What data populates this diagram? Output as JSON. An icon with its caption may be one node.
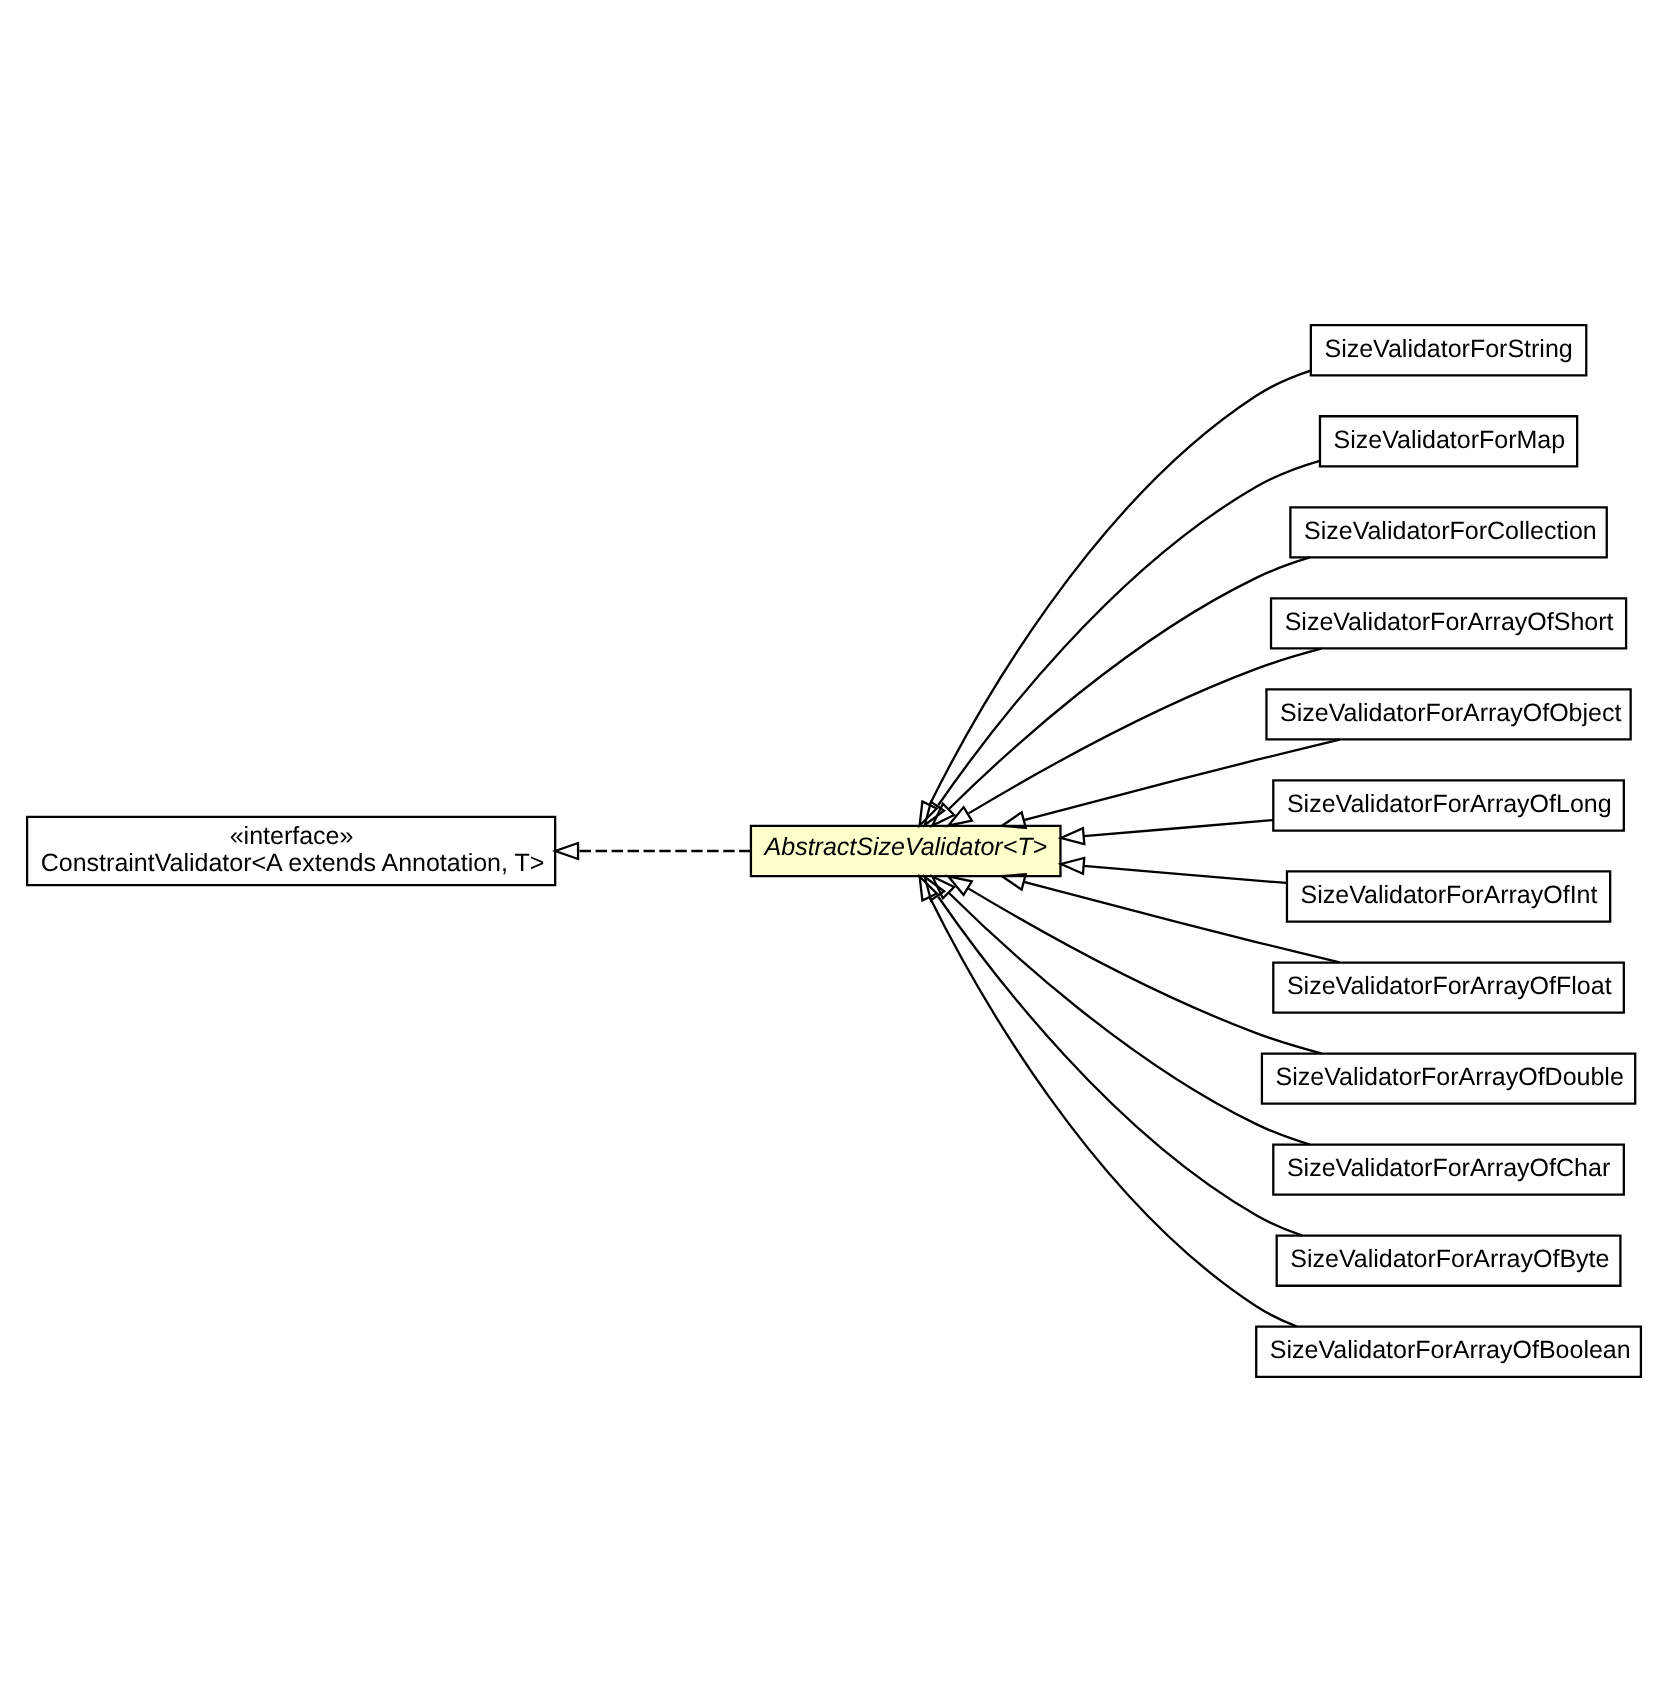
{
  "diagram": {
    "nodes": [
      {
        "text": [
          "«interface»",
          "ConstraintValidator<A extends Annotation, T>"
        ]
      },
      {
        "text": [
          "AbstractSizeValidator<T>"
        ]
      },
      {
        "text": [
          "SizeValidatorForString"
        ]
      },
      {
        "text": [
          "SizeValidatorForMap"
        ]
      },
      {
        "text": [
          "SizeValidatorForCollection"
        ]
      },
      {
        "text": [
          "SizeValidatorForArrayOfShort"
        ]
      },
      {
        "text": [
          "SizeValidatorForArrayOfObject"
        ]
      },
      {
        "text": [
          "SizeValidatorForArrayOfLong"
        ]
      },
      {
        "text": [
          "SizeValidatorForArrayOfInt"
        ]
      },
      {
        "text": [
          "SizeValidatorForArrayOfFloat"
        ]
      },
      {
        "text": [
          "SizeValidatorForArrayOfDouble"
        ]
      },
      {
        "text": [
          "SizeValidatorForArrayOfChar"
        ]
      },
      {
        "text": [
          "SizeValidatorForArrayOfByte"
        ]
      },
      {
        "text": [
          "SizeValidatorForArrayOfBoolean"
        ]
      }
    ],
    "edges": [
      {
        "from": 1,
        "to": 0,
        "arrow": "to",
        "style": "dashed"
      },
      {
        "from": 2,
        "to": 1,
        "arrow": "to"
      },
      {
        "from": 3,
        "to": 1,
        "arrow": "to"
      },
      {
        "from": 4,
        "to": 1,
        "arrow": "to"
      },
      {
        "from": 5,
        "to": 1,
        "arrow": "to"
      },
      {
        "from": 6,
        "to": 1,
        "arrow": "to"
      },
      {
        "from": 7,
        "to": 1,
        "arrow": "to"
      },
      {
        "from": 8,
        "to": 1,
        "arrow": "to"
      },
      {
        "from": 9,
        "to": 1,
        "arrow": "to"
      },
      {
        "from": 10,
        "to": 1,
        "arrow": "to"
      },
      {
        "from": 11,
        "to": 1,
        "arrow": "to"
      },
      {
        "from": 12,
        "to": 1,
        "arrow": "to"
      },
      {
        "from": 13,
        "to": 1,
        "arrow": "to"
      }
    ]
  }
}
